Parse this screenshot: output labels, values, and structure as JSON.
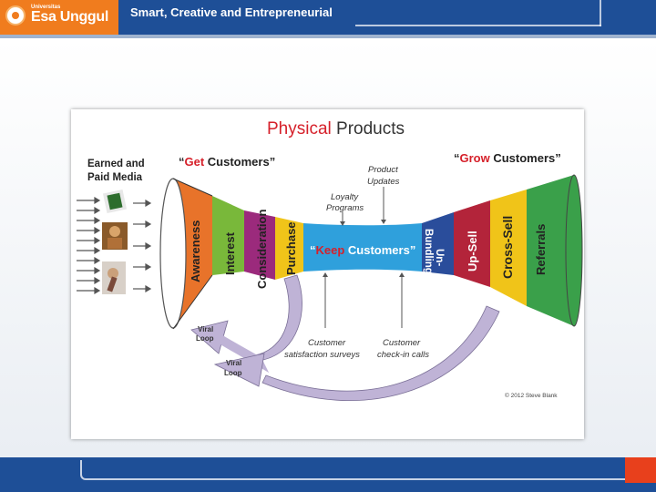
{
  "header": {
    "logo_small": "Universitas",
    "logo_text": "Esa Unggul",
    "tagline": "Smart, Creative and Entrepreneurial"
  },
  "colors": {
    "header_bg": "#1e4f97",
    "logo_bg": "#f07c1e",
    "awareness": "#e8732a",
    "interest": "#79b83a",
    "consideration": "#9b2a7c",
    "purchase": "#f0c419",
    "keep": "#2fa0dc",
    "unbundling": "#2a4d9b",
    "upsell": "#b3243a",
    "crosssell": "#f0c419",
    "referrals": "#3aa04a",
    "loop": "#bfb3d6"
  },
  "diagram": {
    "title_part1": "Physical",
    "title_part2": " Products",
    "media_label_line1": "Earned and",
    "media_label_line2": "Paid Media",
    "get_customers": "“Get Customers”",
    "get_word": "Get",
    "grow_customers": "“Grow Customers”",
    "grow_word": "Grow",
    "keep_quote_open": "“",
    "keep_word": "Keep",
    "keep_rest": " Customers”",
    "stage_awareness": "Awareness",
    "stage_interest": "Interest",
    "stage_consideration": "Consideration",
    "stage_purchase": "Purchase",
    "stage_unbundling_1": "Un-",
    "stage_unbundling_2": "Bundling",
    "stage_upsell": "Up-Sell",
    "stage_crosssell": "Cross-Sell",
    "stage_referrals": "Referrals",
    "loyalty_1": "Loyalty",
    "loyalty_2": "Programs",
    "product_updates_1": "Product",
    "product_updates_2": "Updates",
    "surveys_1": "Customer",
    "surveys_2": "satisfaction surveys",
    "checkin_1": "Customer",
    "checkin_2": "check-in calls",
    "viral_loop_1a": "Viral",
    "viral_loop_1b": "Loop",
    "viral_loop_2a": "Viral",
    "viral_loop_2b": "Loop",
    "copyright": "© 2012 Steve Blank"
  }
}
